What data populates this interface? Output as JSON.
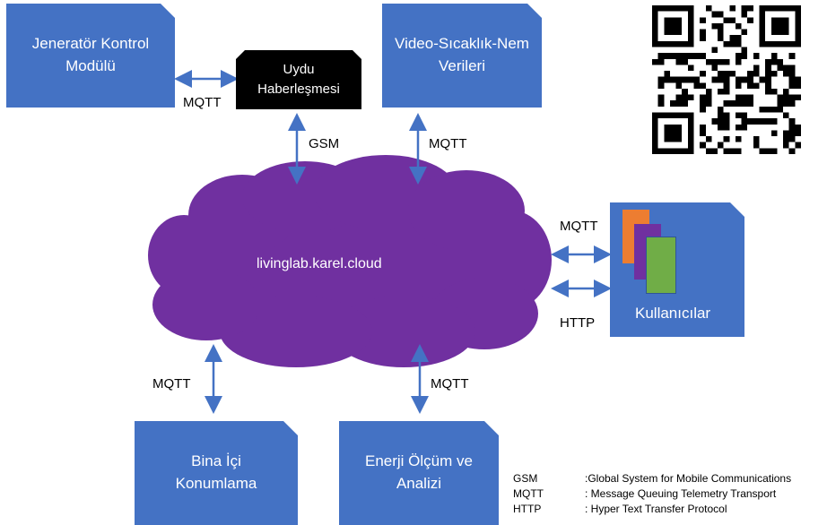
{
  "nodes": {
    "generator": {
      "line1": "Jeneratör Kontrol",
      "line2": "Modülü"
    },
    "satellite": {
      "line1": "Uydu",
      "line2": "Haberleşmesi"
    },
    "video": {
      "line1": "Video-Sıcaklık-Nem",
      "line2": "Verileri"
    },
    "cloud": {
      "label": "livinglab.karel.cloud"
    },
    "users": {
      "label": "Kullanıcılar"
    },
    "indoor": {
      "line1": "Bina İçi",
      "line2": "Konumlama"
    },
    "energy": {
      "line1": "Enerji Ölçüm ve",
      "line2": "Analizi"
    }
  },
  "links": {
    "generator_satellite": "MQTT",
    "satellite_cloud": "GSM",
    "video_cloud": "MQTT",
    "users_top": "MQTT",
    "users_bottom": "HTTP",
    "indoor_cloud": "MQTT",
    "energy_cloud": "MQTT"
  },
  "legend": [
    {
      "abbr": "GSM",
      "desc": ":Global System for Mobile Communications"
    },
    {
      "abbr": "MQTT",
      "desc": ": Message Queuing Telemetry Transport"
    },
    {
      "abbr": "HTTP",
      "desc": ": Hyper Text Transfer Protocol"
    }
  ],
  "colors": {
    "box": "#4472c4",
    "cloud": "#7030a0",
    "arrow": "#4472c4",
    "card_orange": "#ed7d31",
    "card_purple": "#7030a0",
    "card_green": "#70ad47"
  },
  "icons": {
    "qr": "qr-code-icon"
  }
}
